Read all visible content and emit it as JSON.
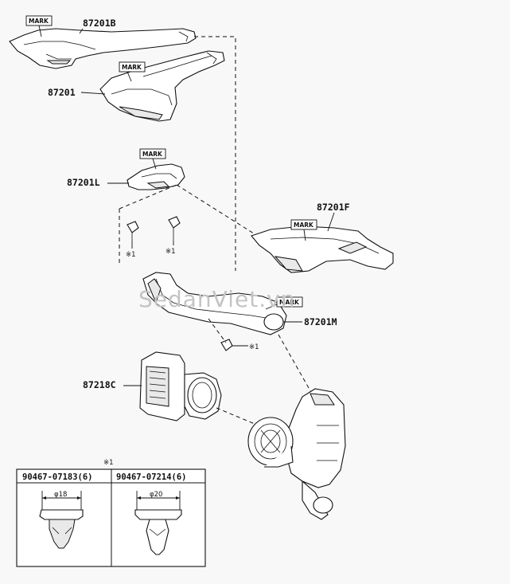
{
  "parts": {
    "p87201B": "87201B",
    "p87201": "87201",
    "p87201L": "87201L",
    "p87201F": "87201F",
    "p87201M": "87201M",
    "p87218C": "87218C"
  },
  "mark_label": "MARK",
  "clip_note": "※1",
  "watermark": "SedanViet.vn",
  "table": {
    "note": "※1",
    "col1_header": "90467-07183(6)",
    "col2_header": "90467-07214(6)",
    "col1_dim": "φ18",
    "col2_dim": "φ20"
  }
}
